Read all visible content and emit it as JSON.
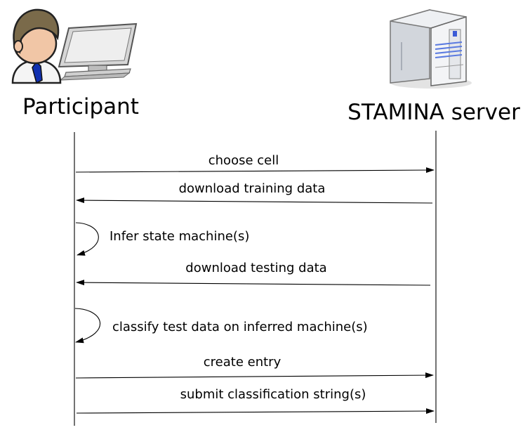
{
  "participants": {
    "participant": {
      "label": "Participant",
      "icon": "person-at-computer-icon"
    },
    "server": {
      "label": "STAMINA server",
      "icon": "server-tower-icon"
    }
  },
  "messages": [
    {
      "text": "choose cell",
      "from": "participant",
      "to": "server"
    },
    {
      "text": "download training data",
      "from": "server",
      "to": "participant"
    },
    {
      "text": "Infer state machine(s)",
      "from": "participant",
      "to": "participant"
    },
    {
      "text": "download testing data",
      "from": "server",
      "to": "participant"
    },
    {
      "text": "classify test data on inferred machine(s)",
      "from": "participant",
      "to": "participant"
    },
    {
      "text": "create entry",
      "from": "participant",
      "to": "server"
    },
    {
      "text": "submit classification string(s)",
      "from": "participant",
      "to": "server"
    }
  ]
}
